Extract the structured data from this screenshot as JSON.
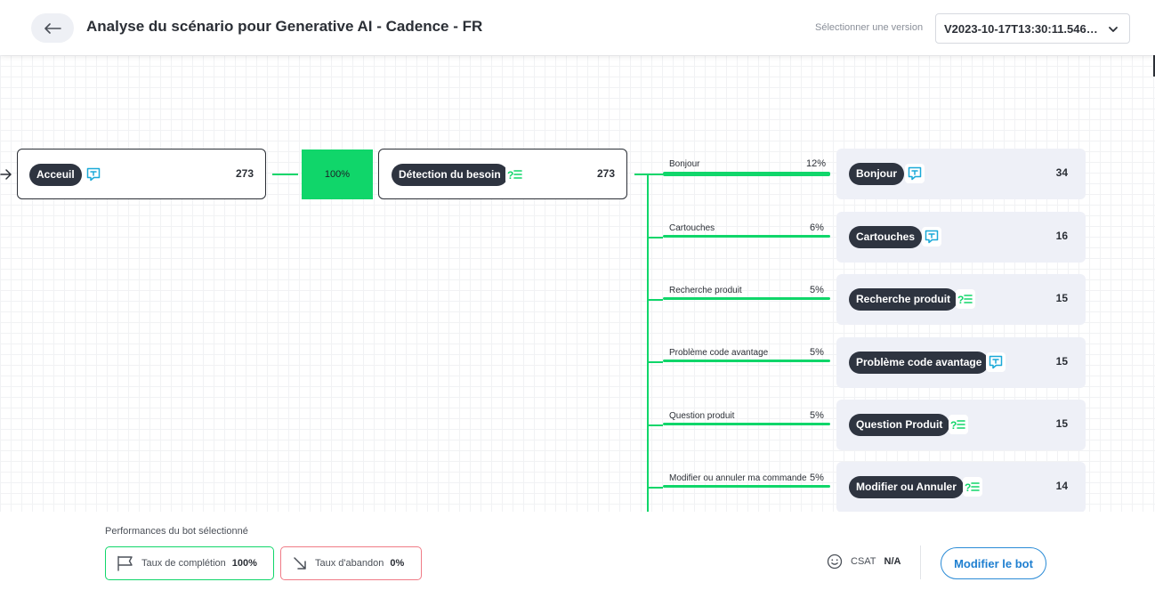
{
  "header": {
    "title": "Analyse du scénario pour Generative AI - Cadence - FR",
    "version_label": "Sélectionner une version",
    "version_value": "V2023-10-17T13:30:11.5461..."
  },
  "flow": {
    "entry": {
      "label": "Acceuil",
      "count": "273",
      "icon": "message-icon"
    },
    "rate": "100%",
    "detection": {
      "label": "Détection du besoin",
      "count": "273",
      "icon": "question-list-icon"
    },
    "branches": [
      {
        "label": "Bonjour",
        "pct": "12%",
        "fraction": 1.0,
        "target": "Bonjour",
        "count": "34",
        "icon": "message-icon"
      },
      {
        "label": "Cartouches",
        "pct": "6%",
        "fraction": 1.0,
        "target": "Cartouches",
        "count": "16",
        "icon": "message-icon"
      },
      {
        "label": "Recherche produit",
        "pct": "5%",
        "fraction": 1.0,
        "target": "Recherche produit",
        "count": "15",
        "icon": "question-list-icon"
      },
      {
        "label": "Problème code avantage",
        "pct": "5%",
        "fraction": 1.0,
        "target": "Problème code avantage",
        "count": "15",
        "icon": "message-icon"
      },
      {
        "label": "Question produit",
        "pct": "5%",
        "fraction": 1.0,
        "target": "Question Produit",
        "count": "15",
        "icon": "question-list-icon"
      },
      {
        "label": "Modifier ou annuler ma commande",
        "pct": "5%",
        "fraction": 1.0,
        "target": "Modifier ou Annuler",
        "count": "14",
        "icon": "question-list-icon"
      }
    ]
  },
  "footer": {
    "title": "Performances du bot sélectionné",
    "completion_label": "Taux de complétion",
    "completion_value": "100%",
    "abandon_label": "Taux d'abandon",
    "abandon_value": "0%",
    "csat_label": "CSAT",
    "csat_value": "N/A",
    "edit_button": "Modifier le bot"
  },
  "colors": {
    "accent_green": "#10d66a",
    "message_icon": "#1aa9d8",
    "question_icon": "#10d66a",
    "danger": "#f07b86",
    "link_blue": "#1f7fd0"
  }
}
